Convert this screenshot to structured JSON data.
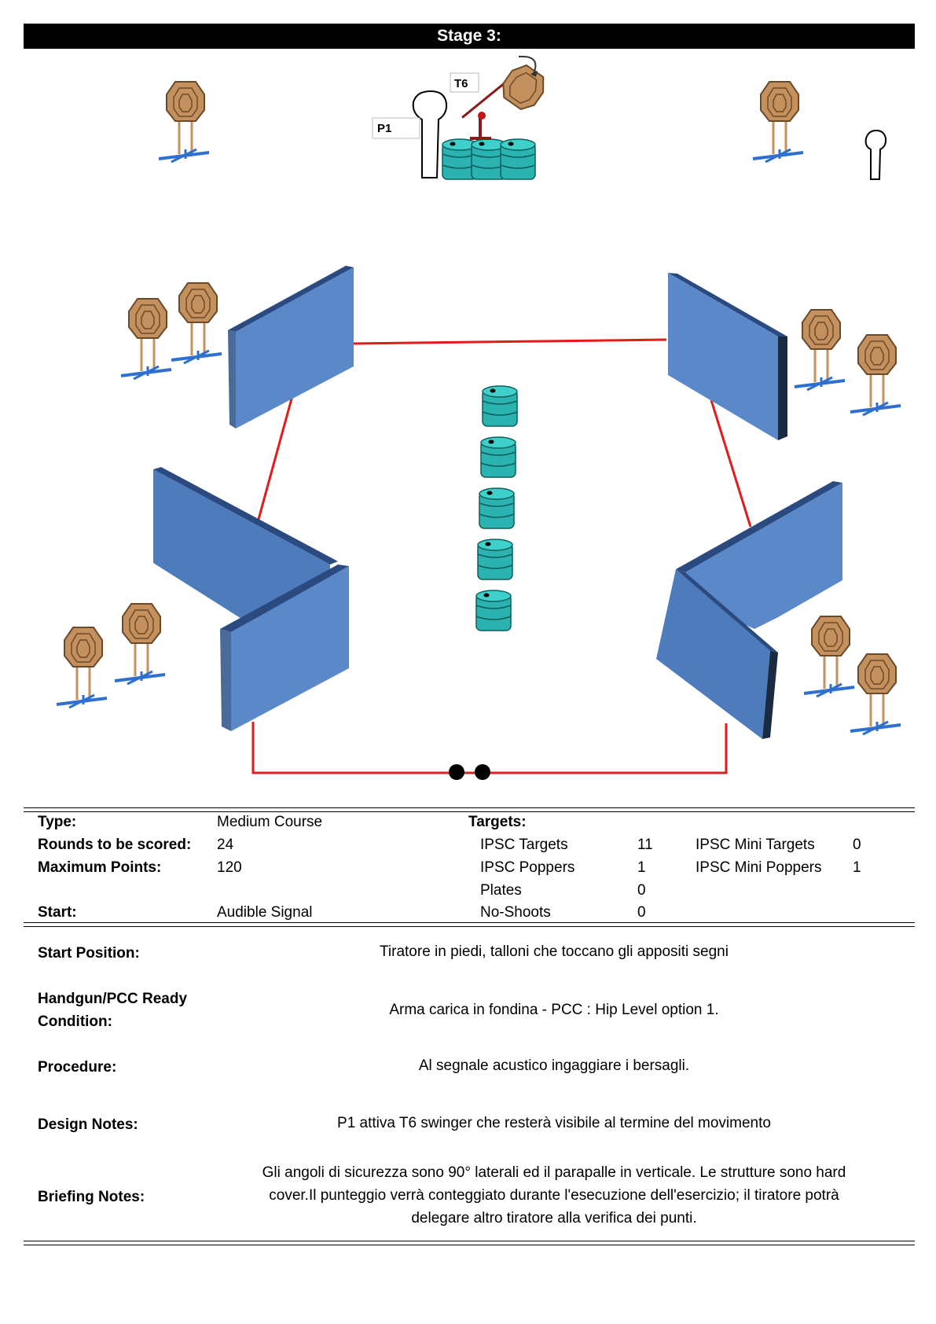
{
  "stage": {
    "title": "Stage 3:"
  },
  "diagram": {
    "labels": {
      "p1": "P1",
      "t6": "T6"
    },
    "colors": {
      "wall": "#5a88c8",
      "fault_line": "#e31b1b",
      "barrel": "#2ab3b0",
      "target": "#c4915e",
      "stand": "#2f6fd0"
    }
  },
  "info": {
    "type_label": "Type:",
    "type_value": "Medium Course",
    "rounds_label": "Rounds to be scored:",
    "rounds_value": "24",
    "maxpoints_label": "Maximum Points:",
    "maxpoints_value": "120",
    "start_label": "Start:",
    "start_value": "Audible Signal",
    "targets_label": "Targets:",
    "targets": [
      {
        "name": "IPSC Targets",
        "count": "11"
      },
      {
        "name": "IPSC Poppers",
        "count": "1"
      },
      {
        "name": "Plates",
        "count": "0"
      },
      {
        "name": "No-Shoots",
        "count": "0"
      }
    ],
    "mini_targets": [
      {
        "name": "IPSC Mini Targets",
        "count": "0"
      },
      {
        "name": "IPSC Mini Poppers",
        "count": "1"
      }
    ]
  },
  "details": {
    "start_position_label": "Start Position:",
    "start_position_text": "Tiratore in piedi, talloni che toccano gli appositi segni",
    "ready_label_1": "Handgun/PCC Ready",
    "ready_label_2": "Condition:",
    "ready_text": "Arma carica in fondina - PCC : Hip Level option 1.",
    "procedure_label": "Procedure:",
    "procedure_text": "Al segnale acustico ingaggiare i bersagli.",
    "design_label": "Design Notes:",
    "design_text": "P1 attiva T6 swinger che resterà visibile al termine del movimento",
    "briefing_label": "Briefing Notes:",
    "briefing_line_1": "Gli angoli di sicurezza sono 90° laterali ed il parapalle in verticale. Le strutture sono hard",
    "briefing_line_2": "cover.Il punteggio verrà conteggiato durante l'esecuzione dell'esercizio; il tiratore potrà",
    "briefing_line_3": "delegare altro tiratore alla verifica  dei punti."
  }
}
